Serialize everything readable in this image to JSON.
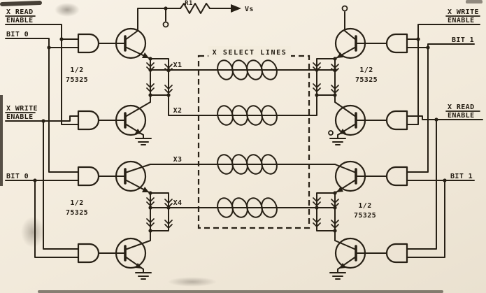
{
  "labels": {
    "top_left_read": {
      "l1": "X READ",
      "l2": "ENABLE"
    },
    "top_left_bit": "BIT 0",
    "mid_left_write": {
      "l1": "X WRITE",
      "l2": "ENABLE"
    },
    "low_left_bit": "BIT 0",
    "top_right_write": {
      "l1": "X WRITE",
      "l2": "ENABLE"
    },
    "top_right_bit": "BIT 1",
    "mid_right_read": {
      "l1": "X READ",
      "l2": "ENABLE"
    },
    "low_right_bit": "BIT 1"
  },
  "chips": {
    "top_left": {
      "l1": "1/2",
      "l2": "75325"
    },
    "bottom_left": {
      "l1": "1/2",
      "l2": "75325"
    },
    "top_right": {
      "l1": "1/2",
      "l2": "75325"
    },
    "bottom_right": {
      "l1": "1/2",
      "l2": "75325"
    }
  },
  "power": {
    "resistor": "R1",
    "supply": "Vs"
  },
  "select_box": {
    "title": "X SELECT LINES",
    "lines": [
      "X1",
      "X2",
      "X3",
      "X4"
    ]
  },
  "colors": {
    "ink": "#272015",
    "paper": "#f3ecdd"
  }
}
